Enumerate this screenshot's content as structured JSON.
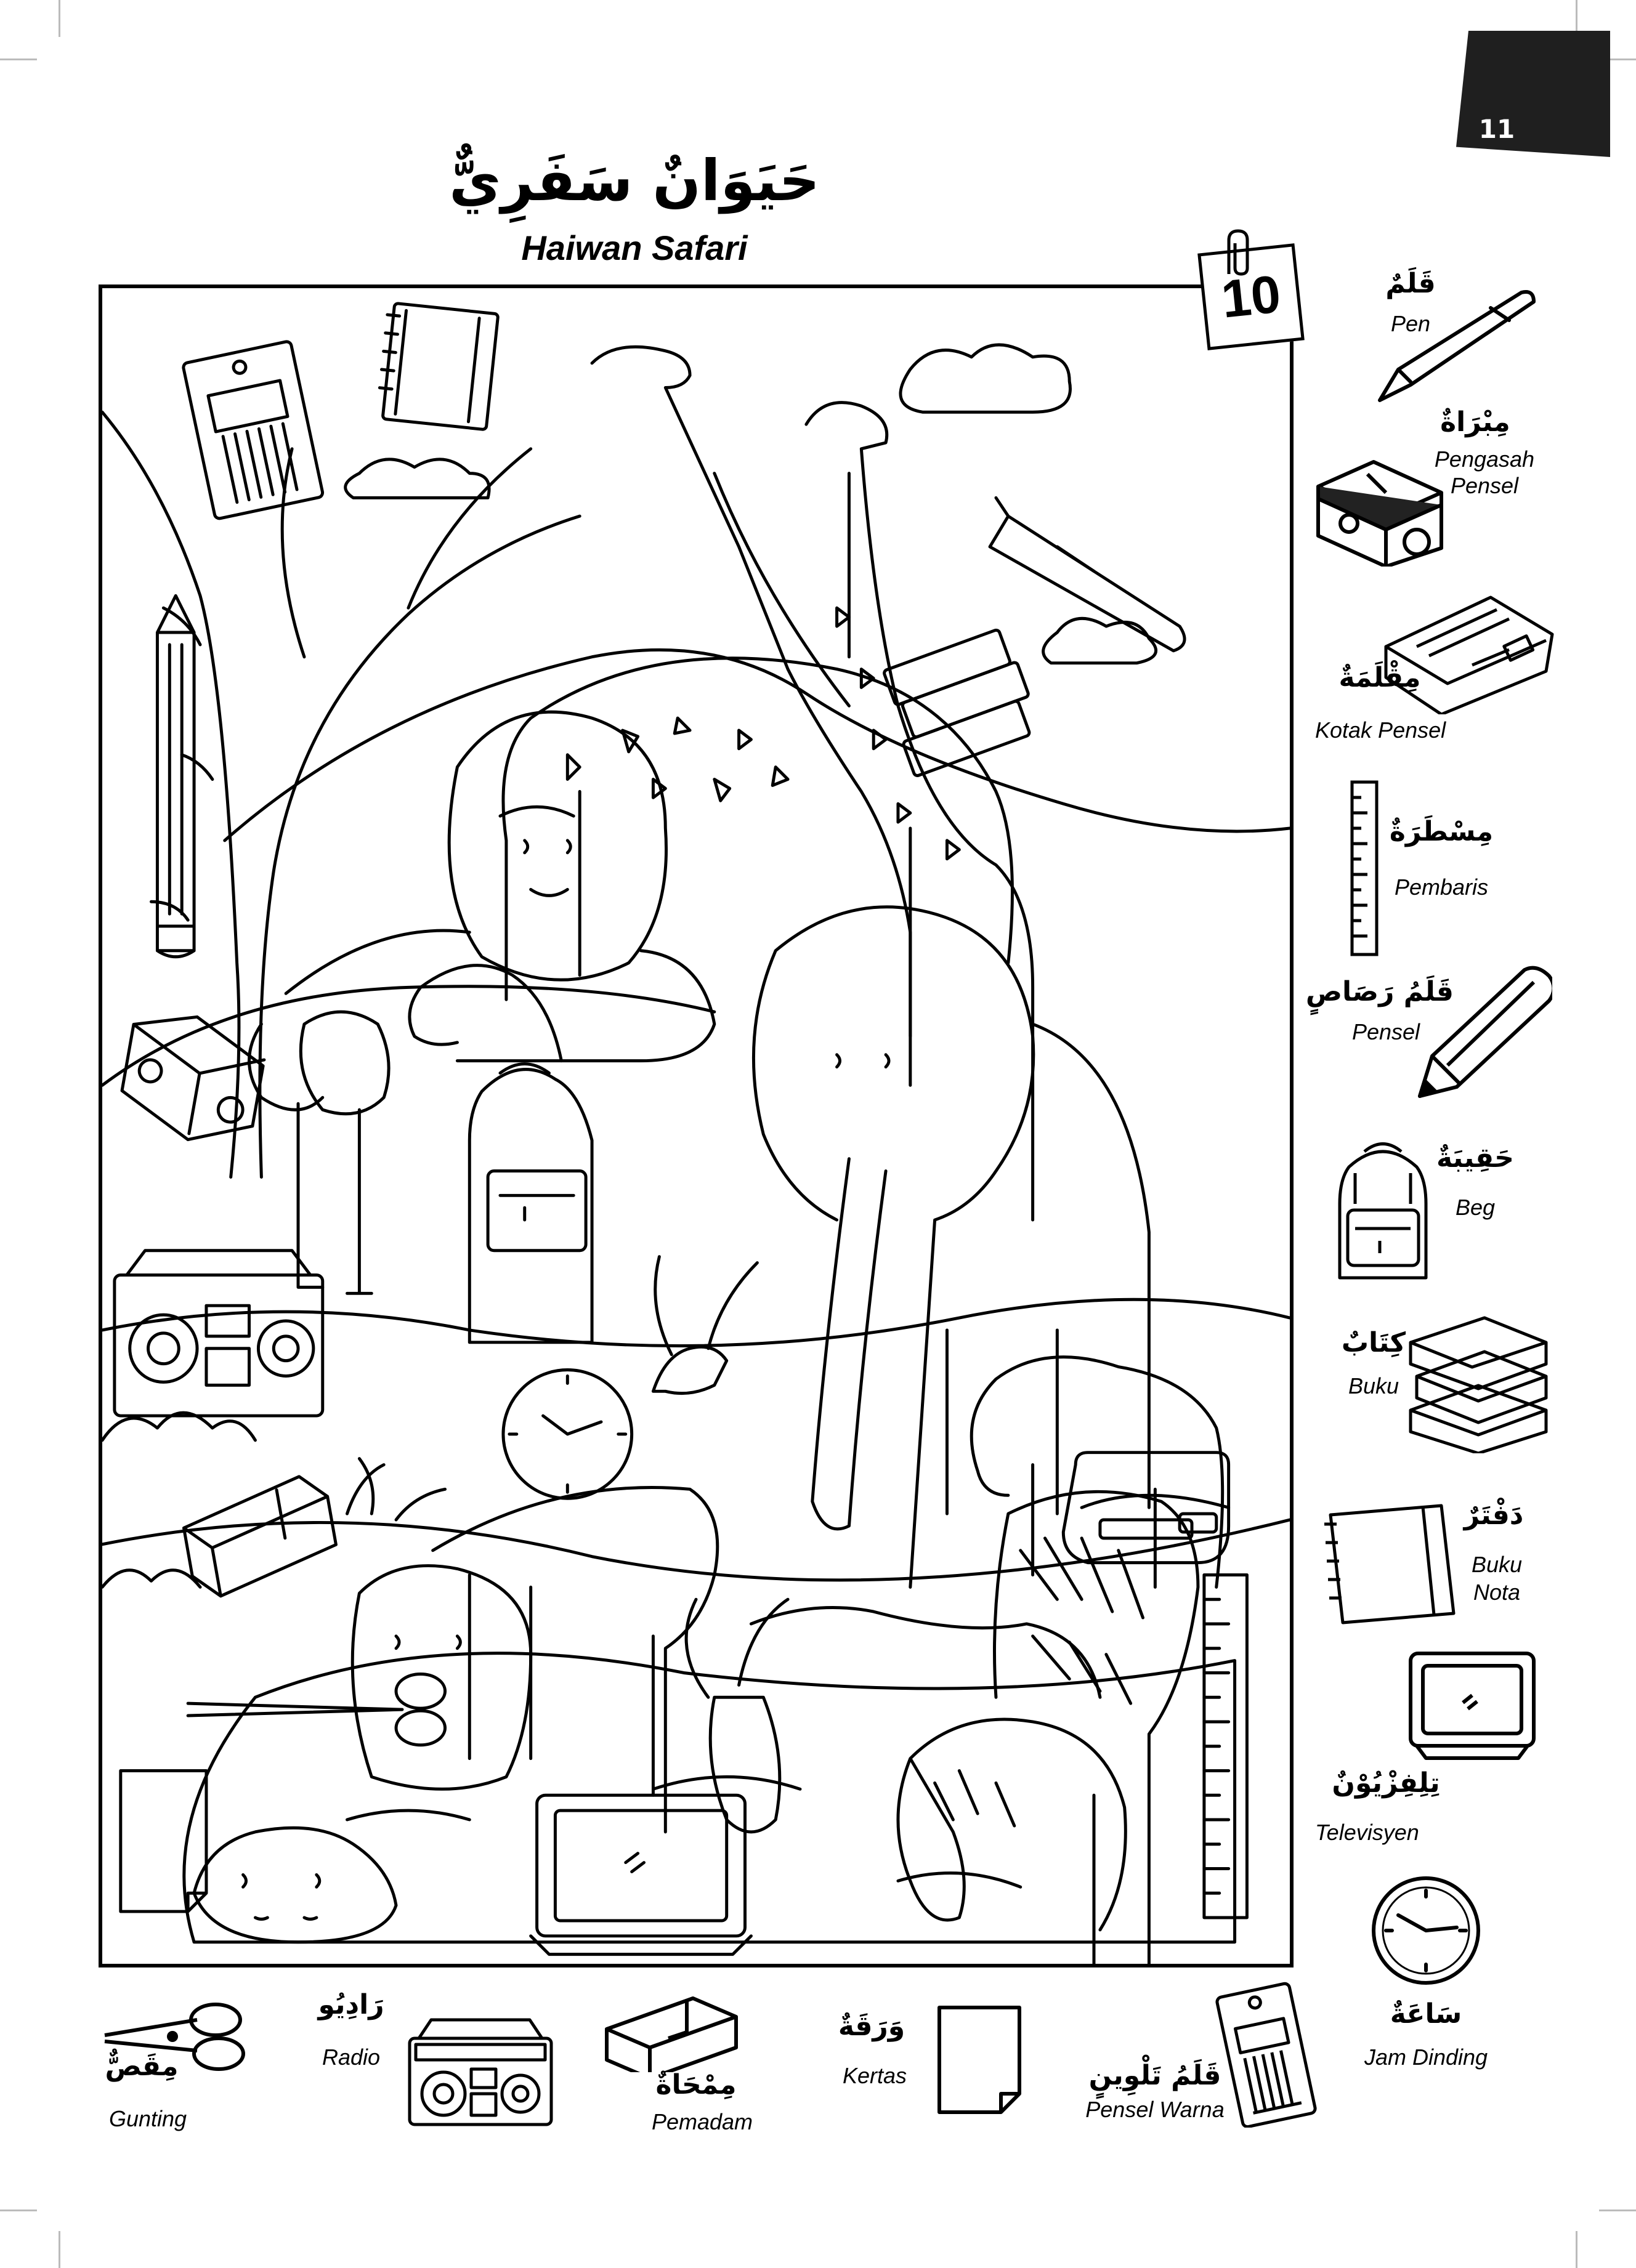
{
  "page": {
    "number": "11"
  },
  "title": {
    "arabic": "حَيَوَانٌ سَفَرِيٌّ",
    "latin": "Haiwan Safari"
  },
  "badge": {
    "count": "10"
  },
  "items": [
    {
      "id": "pen",
      "arabic": "قَلَمٌ",
      "latin": "Pen",
      "icon": "pen-icon"
    },
    {
      "id": "sharpener",
      "arabic": "مِبْرَاةٌ",
      "latin": "Pengasah Pensel",
      "latin_line1": "Pengasah",
      "latin_line2": "Pensel",
      "icon": "sharpener-icon"
    },
    {
      "id": "pencil-case",
      "arabic": "مِقْلَمَةٌ",
      "latin": "Kotak Pensel",
      "icon": "pencil-case-icon"
    },
    {
      "id": "ruler",
      "arabic": "مِسْطَرَةٌ",
      "latin": "Pembaris",
      "icon": "ruler-icon"
    },
    {
      "id": "pencil",
      "arabic": "قَلَمُ رَصَاصٍ",
      "latin": "Pensel",
      "icon": "pencil-icon"
    },
    {
      "id": "bag",
      "arabic": "حَقِيبَةٌ",
      "latin": "Beg",
      "icon": "backpack-icon"
    },
    {
      "id": "book",
      "arabic": "كِتَابٌ",
      "latin": "Buku",
      "icon": "books-icon"
    },
    {
      "id": "notebook",
      "arabic": "دَفْتَرٌ",
      "latin": "Buku Nota",
      "latin_line1": "Buku",
      "latin_line2": "Nota",
      "icon": "notebook-icon"
    },
    {
      "id": "television",
      "arabic": "تِلِفِزْيُوْنٌ",
      "latin": "Televisyen",
      "icon": "television-icon"
    },
    {
      "id": "clock",
      "arabic": "سَاعَةٌ",
      "latin": "Jam Dinding",
      "icon": "wall-clock-icon"
    },
    {
      "id": "scissors",
      "arabic": "مِقَصٌّ",
      "latin": "Gunting",
      "icon": "scissors-icon"
    },
    {
      "id": "radio",
      "arabic": "رَادِيُو",
      "latin": "Radio",
      "icon": "radio-icon"
    },
    {
      "id": "eraser",
      "arabic": "مِمْحَاةٌ",
      "latin": "Pemadam",
      "icon": "eraser-icon"
    },
    {
      "id": "paper",
      "arabic": "وَرَقَةٌ",
      "latin": "Kertas",
      "icon": "paper-icon"
    },
    {
      "id": "crayons",
      "arabic": "قَلَمُ تَلْوِينٍ",
      "latin": "Pensel Warna",
      "icon": "color-pencils-icon"
    }
  ],
  "colors": {
    "ink": "#000000",
    "paper": "#ffffff",
    "tab": "#1f1f1f"
  }
}
